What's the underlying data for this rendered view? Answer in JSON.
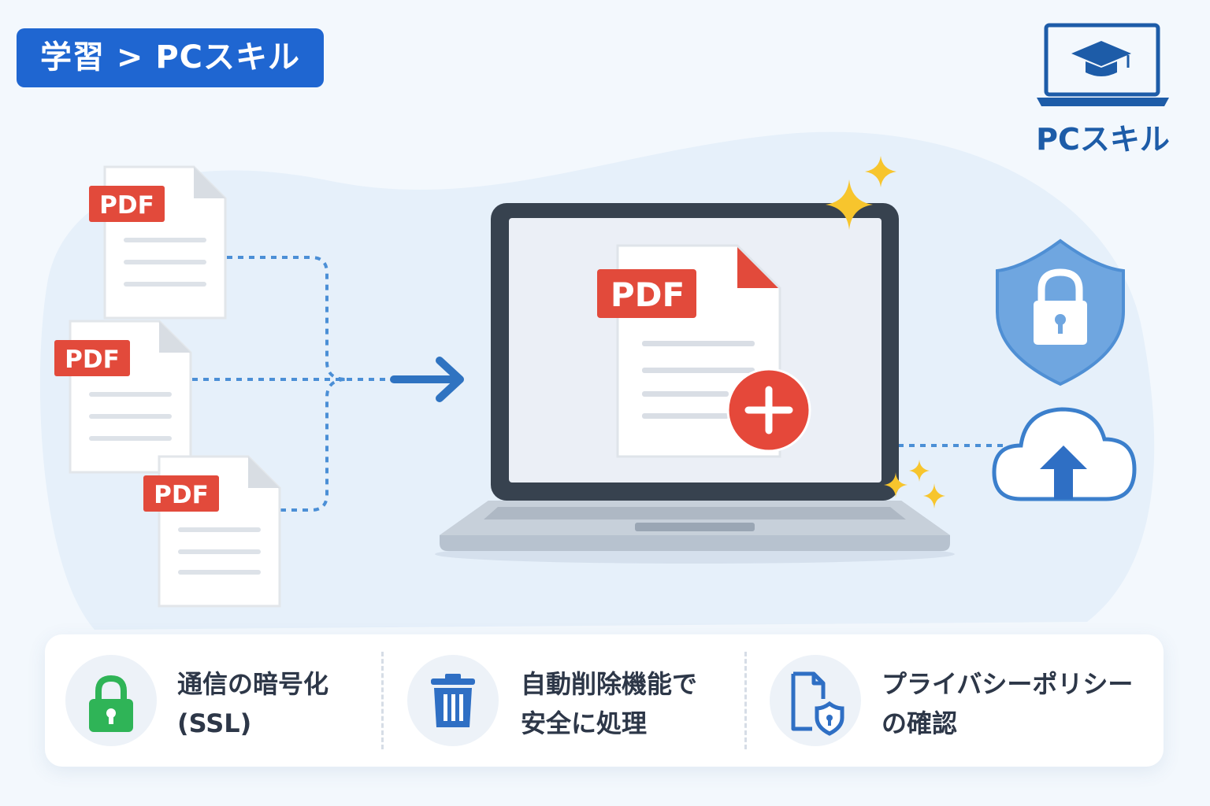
{
  "breadcrumb": "学習 > PCスキル",
  "brand": {
    "label": "PCスキル",
    "icon": "laptop-graduation-cap-icon"
  },
  "pdf_badge": "PDF",
  "features": [
    {
      "line1": "通信の暗号化",
      "line2": "(SSL)",
      "icon": "lock-icon",
      "color": "#2fb457"
    },
    {
      "line1": "自動削除機能で",
      "line2": "安全に処理",
      "icon": "trash-icon",
      "color": "#2f6fc4"
    },
    {
      "line1": "プライバシーポリシー",
      "line2": "の確認",
      "icon": "document-shield-icon",
      "color": "#2f6fc4"
    }
  ],
  "colors": {
    "accent_blue": "#1f66d1",
    "pdf_red": "#e24a3b",
    "laptop_frame": "#37424f",
    "shield_blue": "#6fa6e0",
    "sparkle": "#f7c52d"
  }
}
